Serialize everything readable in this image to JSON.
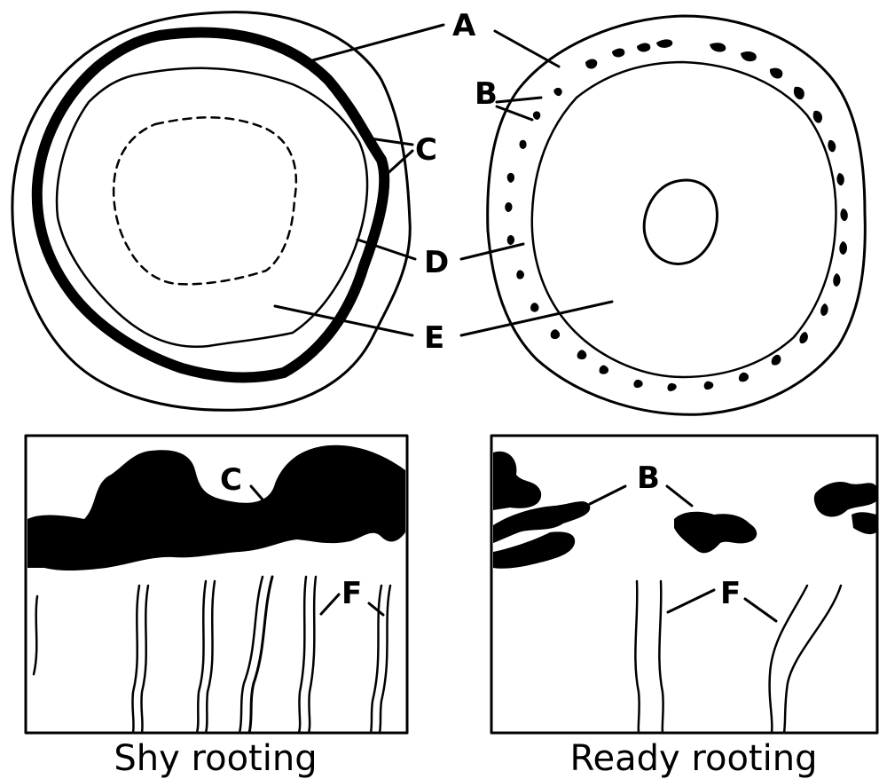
{
  "labels": {
    "a": "A",
    "b_top": "B",
    "c_top": "C",
    "d": "D",
    "e": "E",
    "c_bottom": "C",
    "f_left": "F",
    "b_bottom": "B",
    "f_right": "F"
  },
  "captions": {
    "left": "Shy rooting",
    "right": "Ready rooting"
  },
  "colors": {
    "ink": "#000000",
    "paper": "#ffffff"
  }
}
